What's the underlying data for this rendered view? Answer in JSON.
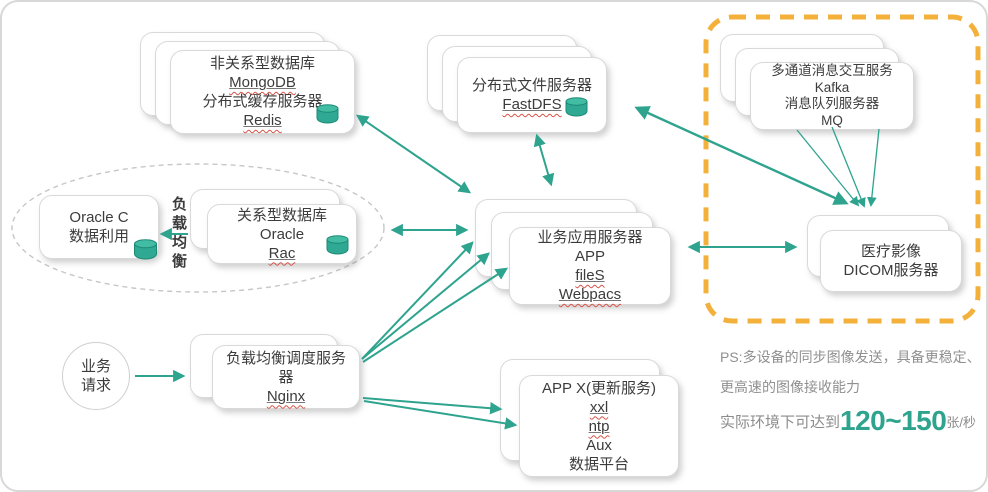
{
  "colors": {
    "arrow_teal": "#2ea38e",
    "highlight_dashed_yellow": "#f3b13c",
    "ellipse_dashed_gray": "#c7c7c7",
    "misspell_squiggle_red": "#d65448",
    "note_gray": "#909090",
    "card_border": "#d9d9d9"
  },
  "nodes": {
    "nosql": {
      "lines": [
        "非关系型数据库",
        "MongoDB",
        "分布式缓存服务器",
        "Redis"
      ]
    },
    "dfs": {
      "lines": [
        "分布式文件服务器",
        "FastDFS"
      ]
    },
    "mq": {
      "lines": [
        "多通道消息交互服务",
        "Kafka",
        "消息队列服务器",
        "MQ"
      ]
    },
    "oracle_c": {
      "lines": [
        "Oracle C",
        "数据利用"
      ]
    },
    "rdb": {
      "lines": [
        "关系型数据库",
        "Oracle",
        "Rac"
      ]
    },
    "app_server": {
      "lines": [
        "业务应用服务器",
        "APP",
        "fileS",
        "Webpacs"
      ]
    },
    "dicom": {
      "lines": [
        "医疗影像",
        "DICOM服务器"
      ]
    },
    "request": {
      "label": "业务请求"
    },
    "nginx": {
      "lines": [
        "负载均衡调度服务器",
        "Nginx"
      ]
    },
    "update": {
      "lines": [
        "APP X(更新服务)",
        "xxl",
        "ntp",
        "Aux",
        "数据平台"
      ]
    }
  },
  "labels": {
    "load_balance": "负载均衡"
  },
  "note": {
    "line1": "PS:多设备的同步图像发送，具备更稳定、",
    "line2": "更高速的图像接收能力",
    "line3_prefix": "实际环境下可达到",
    "line3_value": "120~150",
    "line3_suffix": "张/秒"
  }
}
